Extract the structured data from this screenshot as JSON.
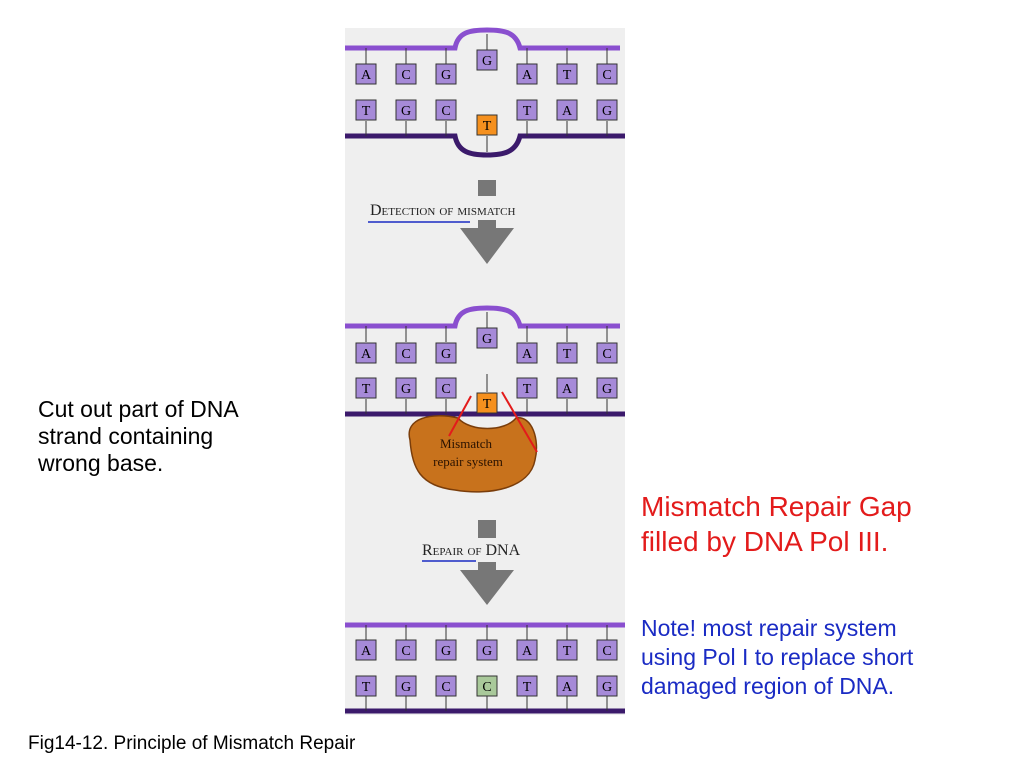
{
  "colors": {
    "backbone_top": "#8a4fcf",
    "backbone_bottom": "#3b1a6b",
    "base_box": "#a68ad8",
    "mismatch_box": "#f5901e",
    "repaired_box": "#a9c99a",
    "arrow": "#777777",
    "label_underline": "#1a2bc4",
    "cut_line": "#e31b1b",
    "enzyme": "#c8721c"
  },
  "stage1": {
    "top_strand": [
      "A",
      "C",
      "G",
      "G",
      "A",
      "T",
      "C"
    ],
    "bottom_strand": [
      "T",
      "G",
      "C",
      "T",
      "T",
      "A",
      "G"
    ]
  },
  "step1": {
    "label": "Detection of mismatch"
  },
  "stage2": {
    "top_strand": [
      "A",
      "C",
      "G",
      "G",
      "A",
      "T",
      "C"
    ],
    "bottom_strand": [
      "T",
      "G",
      "C",
      "T",
      "T",
      "A",
      "G"
    ],
    "enzyme_line1": "Mismatch",
    "enzyme_line2": "repair system"
  },
  "step2": {
    "label": "Repair of DNA"
  },
  "stage3": {
    "top_strand": [
      "A",
      "C",
      "G",
      "G",
      "A",
      "T",
      "C"
    ],
    "bottom_strand": [
      "T",
      "G",
      "C",
      "C",
      "T",
      "A",
      "G"
    ]
  },
  "left_note": {
    "line1": "Cut out part of DNA",
    "line2": "strand containing",
    "line3": "wrong base."
  },
  "red_note": {
    "line1": "Mismatch Repair Gap",
    "line2": "filled by DNA Pol III."
  },
  "blue_note": {
    "line1": "Note! most repair system",
    "line2": "using Pol I to replace short",
    "line3": "damaged region of DNA."
  },
  "caption": "Fig14-12. Principle of Mismatch Repair"
}
